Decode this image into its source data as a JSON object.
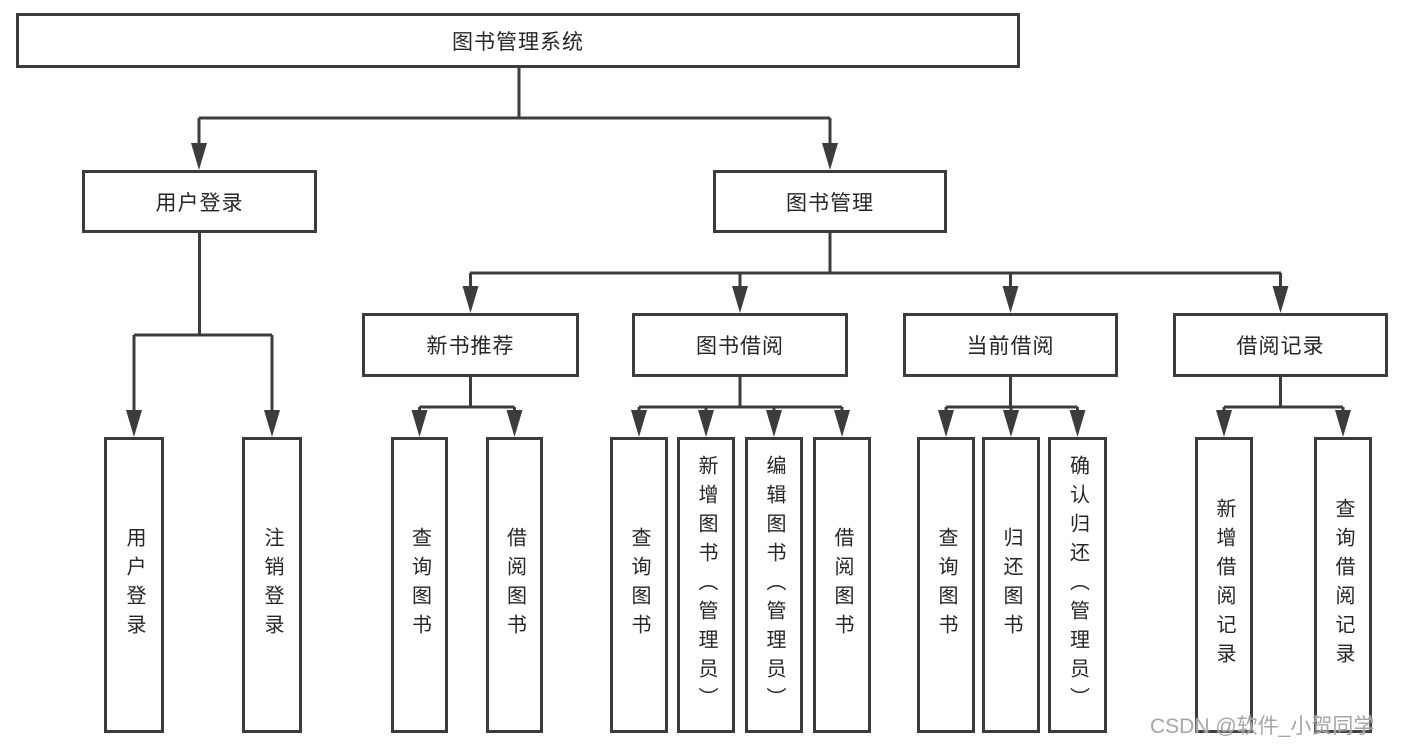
{
  "tree": {
    "label": "图书管理系统",
    "children": [
      {
        "label": "用户登录",
        "children": [
          "用户登录",
          "注销登录"
        ]
      },
      {
        "label": "图书管理",
        "children": [
          {
            "label": "新书推荐",
            "children": [
              "查询图书",
              "借阅图书"
            ]
          },
          {
            "label": "图书借阅",
            "children": [
              "查询图书",
              "新增图书（管理员）",
              "编辑图书（管理员）",
              "借阅图书"
            ]
          },
          {
            "label": "当前借阅",
            "children": [
              "查询图书",
              "归还图书",
              "确认归还（管理员）"
            ]
          },
          {
            "label": "借阅记录",
            "children": [
              "新增借阅记录",
              "查询借阅记录"
            ]
          }
        ]
      }
    ]
  },
  "watermark": "CSDN @软件_小贺同学",
  "colors": {
    "line": "#3c3c3c",
    "text": "#262626",
    "background": "#ffffff",
    "watermark": "#a6a6a6"
  }
}
